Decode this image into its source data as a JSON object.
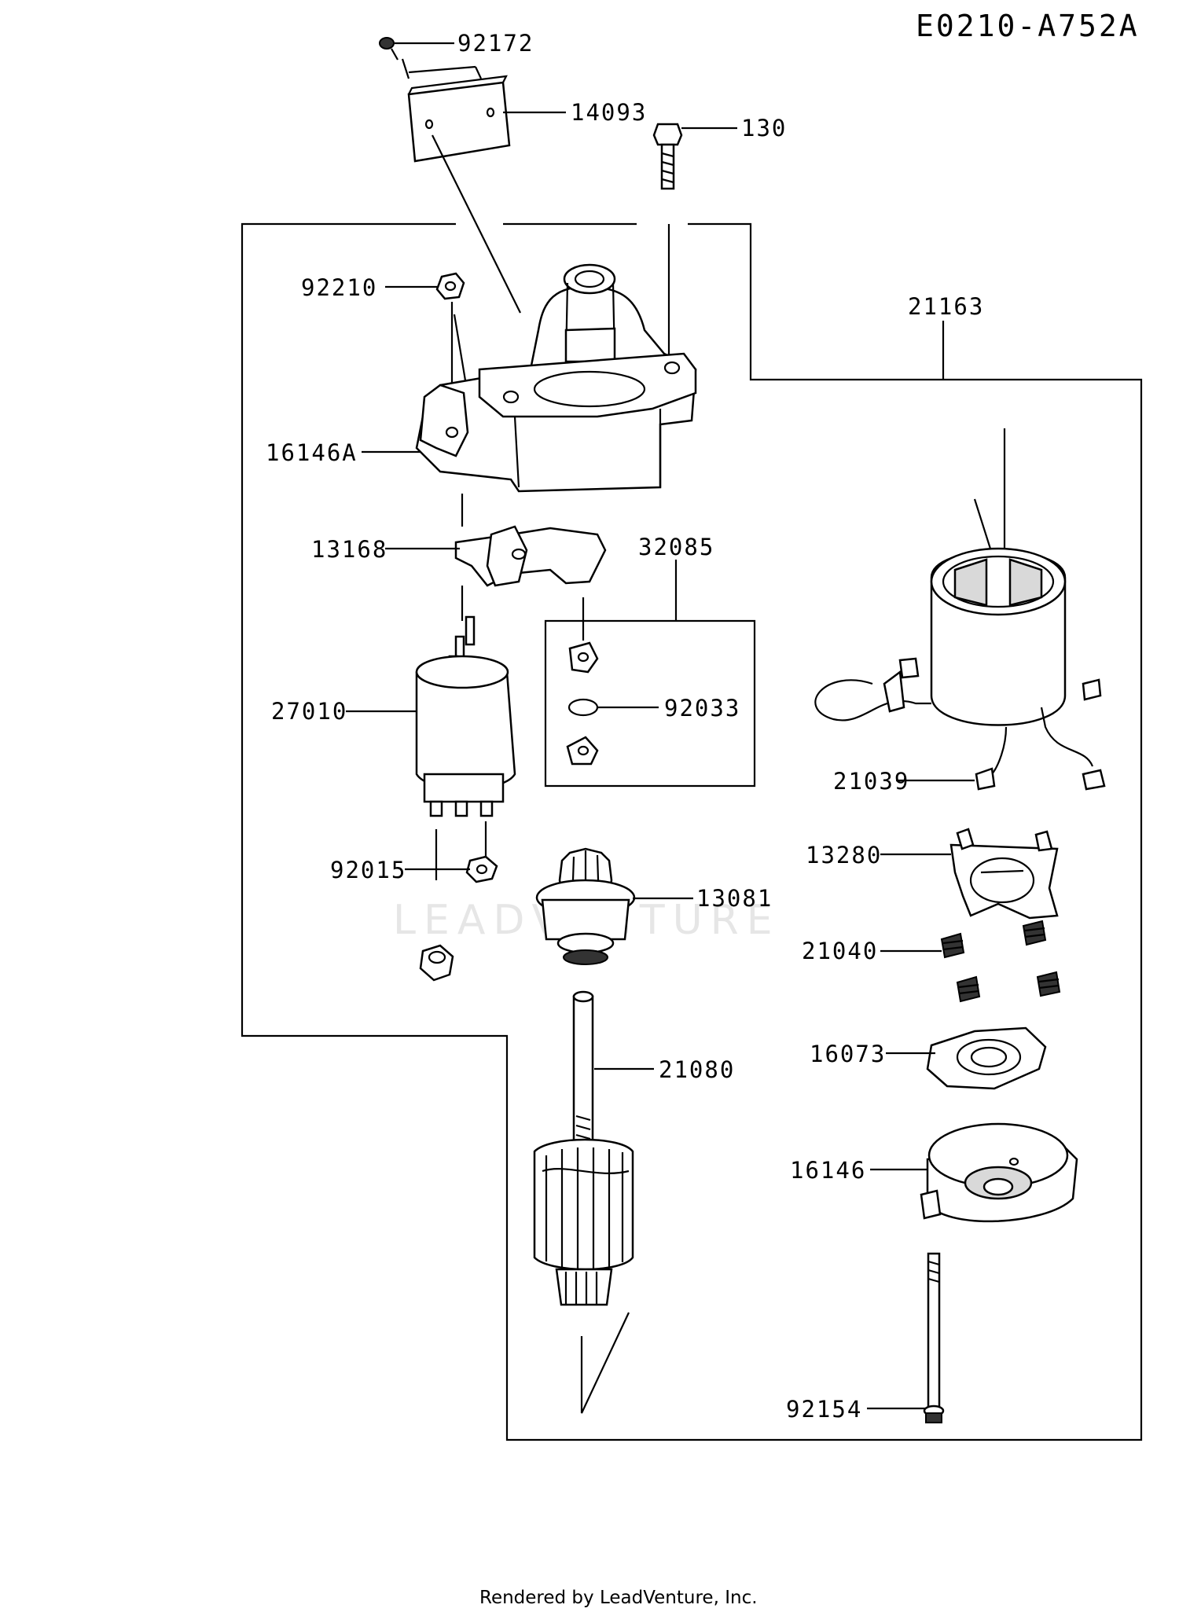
{
  "diagram_code": "E0210-A752A",
  "footer": "Rendered by LeadVenture, Inc.",
  "watermark": "LEADVENTURE",
  "parts": [
    {
      "number": "92172"
    },
    {
      "number": "14093"
    },
    {
      "number": "130"
    },
    {
      "number": "92210"
    },
    {
      "number": "21163"
    },
    {
      "number": "16146A"
    },
    {
      "number": "13168"
    },
    {
      "number": "32085"
    },
    {
      "number": "27010"
    },
    {
      "number": "92033"
    },
    {
      "number": "21039"
    },
    {
      "number": "13280"
    },
    {
      "number": "92015"
    },
    {
      "number": "13081"
    },
    {
      "number": "21040"
    },
    {
      "number": "16073"
    },
    {
      "number": "21080"
    },
    {
      "number": "16146"
    },
    {
      "number": "92154"
    }
  ]
}
